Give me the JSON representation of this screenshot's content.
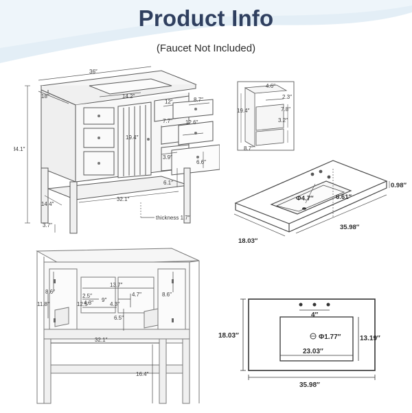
{
  "header": {
    "title": "Product Info",
    "subtitle": "(Faucet Not Included)"
  },
  "colors": {
    "title": "#2f3f5f",
    "band": "#e3eef6",
    "line": "#555555",
    "cabinet_fill": "#f4f4f4"
  },
  "front_view": {
    "width": "36″",
    "depth": "18″",
    "height": "34.1″",
    "door_width": "14.2″",
    "door_height": "19.4″",
    "drawer_width": "12″",
    "drawer_depth": "8.7″",
    "drawer_mid_height": "7.7″",
    "drawer_inner_width": "12.6″",
    "drawer_bottom_height": "3.9″",
    "drawer_bottom_depth": "6.6″",
    "shelf_height": "6.1″",
    "shelf_depth": "14.4″",
    "shelf_width": "32.1″",
    "leg_height": "3.7″",
    "shelf_thickness": "thickness 1.7″"
  },
  "drawer_detail": {
    "top_width": "4.6″",
    "top_height": "2.3″",
    "side_height": "19.4″",
    "mid_height": "7.8″",
    "low_height": "3.2″",
    "depth": "8.7″"
  },
  "sink_view": {
    "bowl_depth": "6.61″",
    "drain": "Φ4.7″",
    "lip_height": "0.98″",
    "length": "35.98″",
    "width": "18.03″"
  },
  "rear_view": {
    "inner_width": "13.7″",
    "left_height": "8.6″",
    "right_height": "8.6″",
    "slot_width_a": "2.5″",
    "slot_width_b": "4.3″",
    "slot_height": "4.7″",
    "center_width": "12.5″",
    "center_gap": "9″",
    "center_side": "4.3″",
    "left_side_height": "11.8″",
    "shelf_gap": "6.5″",
    "shelf_width": "32.1″",
    "leg_height": "16.4″"
  },
  "sink_top_view": {
    "faucet_spacing": "4″",
    "drain": "Φ1.77″",
    "bowl_width": "23.03″",
    "bowl_length": "13.19″",
    "width": "18.03″",
    "length": "35.98″"
  }
}
